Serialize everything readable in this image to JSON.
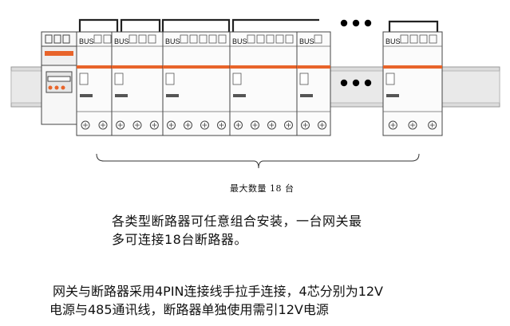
{
  "bus_label": "BUS",
  "max_count_label": "最大数量 18 台",
  "paragraph1": {
    "line1": "各类型断路器可任意组合安装，一台网关最",
    "line2": "多可连接18台断路器。"
  },
  "paragraph2": {
    "line1": "网关与断路器采用4PIN连接线手拉手连接，4芯分别为12V",
    "line2": "电源与485通讯线，断路器单独使用需引12V电源"
  },
  "colors": {
    "stroke": "#333333",
    "rail": "#d8d8d8",
    "orange": "#e8642a",
    "ellipsis": "#000000"
  }
}
